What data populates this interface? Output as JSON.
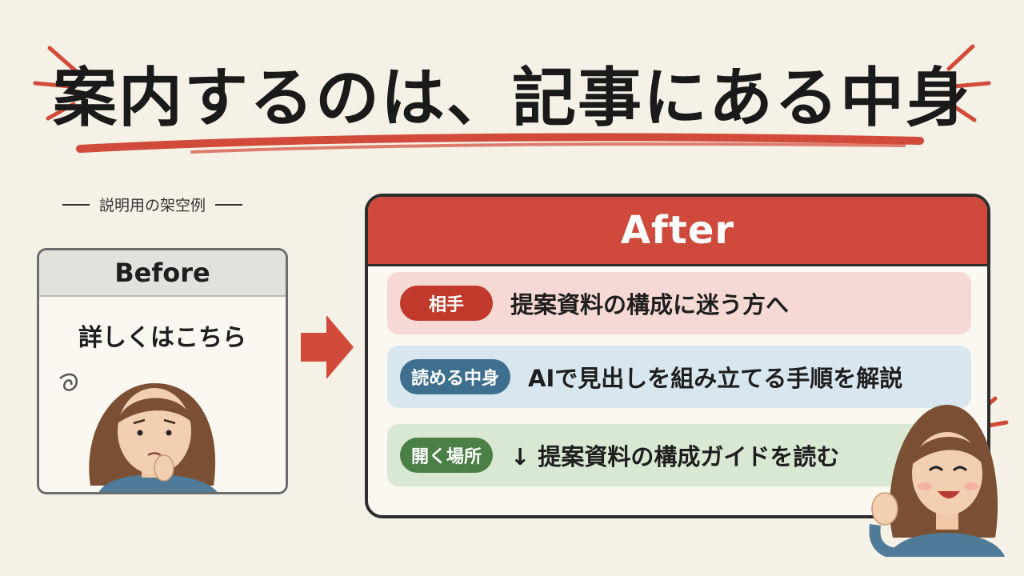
{
  "title": "案内するのは、記事にある中身",
  "caption": "説明用の架空例",
  "before": {
    "label": "Before",
    "text": "詳しくはこちら"
  },
  "after": {
    "label": "After",
    "rows": [
      {
        "tag": "相手",
        "text": "提案資料の構成に迷う方へ"
      },
      {
        "tag": "読める中身",
        "text": "AIで見出しを組み立てる手順を解説"
      },
      {
        "tag": "開く場所",
        "text": "↓ 提案資料の構成ガイドを読む"
      }
    ]
  },
  "colors": {
    "accent": "#cf4a3d",
    "background": "#f6f1e6",
    "row_target": "#f6d9d4",
    "row_content": "#d8e6ef",
    "row_location": "#d9e8d3"
  },
  "icons": [
    "burst-lines-icon",
    "arrow-right-icon",
    "confused-woman-icon",
    "happy-woman-icon"
  ]
}
